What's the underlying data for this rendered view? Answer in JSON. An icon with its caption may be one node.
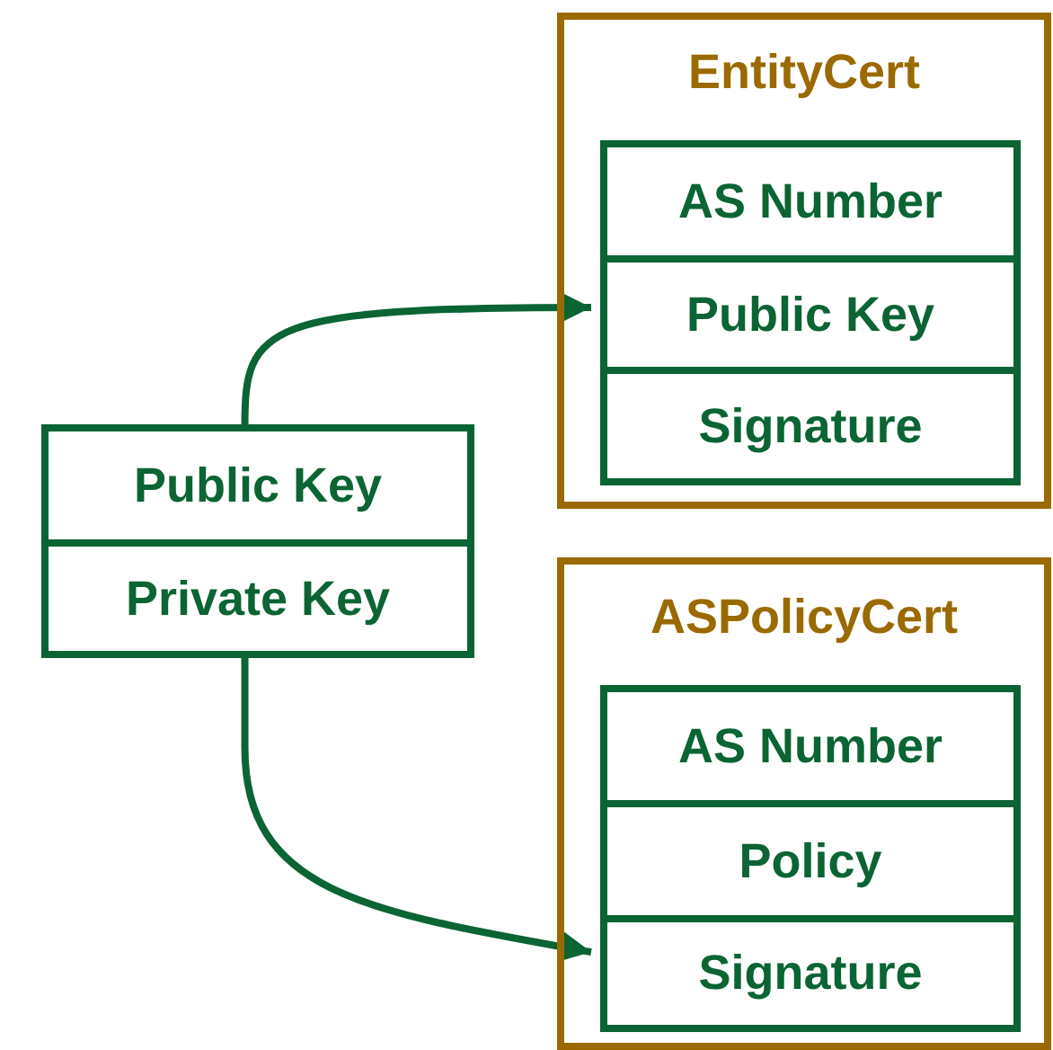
{
  "diagram": {
    "nodes": [
      {
        "text": [
          "Public Key"
        ]
      },
      {
        "text": [
          "Private Key"
        ]
      },
      {
        "text": [
          "EntityCert"
        ]
      },
      {
        "text": [
          "AS Number"
        ],
        "in": 2
      },
      {
        "text": [
          "Public Key"
        ],
        "in": 2
      },
      {
        "text": [
          "Signature"
        ],
        "in": 2
      },
      {
        "text": [
          "ASPolicyCert"
        ]
      },
      {
        "text": [
          "AS Number"
        ],
        "in": 6
      },
      {
        "text": [
          "Policy"
        ],
        "in": 6
      },
      {
        "text": [
          "Signature"
        ],
        "in": 6
      }
    ],
    "edges": [
      {
        "from": 0,
        "to": 4,
        "arrow": "to"
      },
      {
        "from": 1,
        "to": 9,
        "arrow": "to"
      }
    ]
  }
}
